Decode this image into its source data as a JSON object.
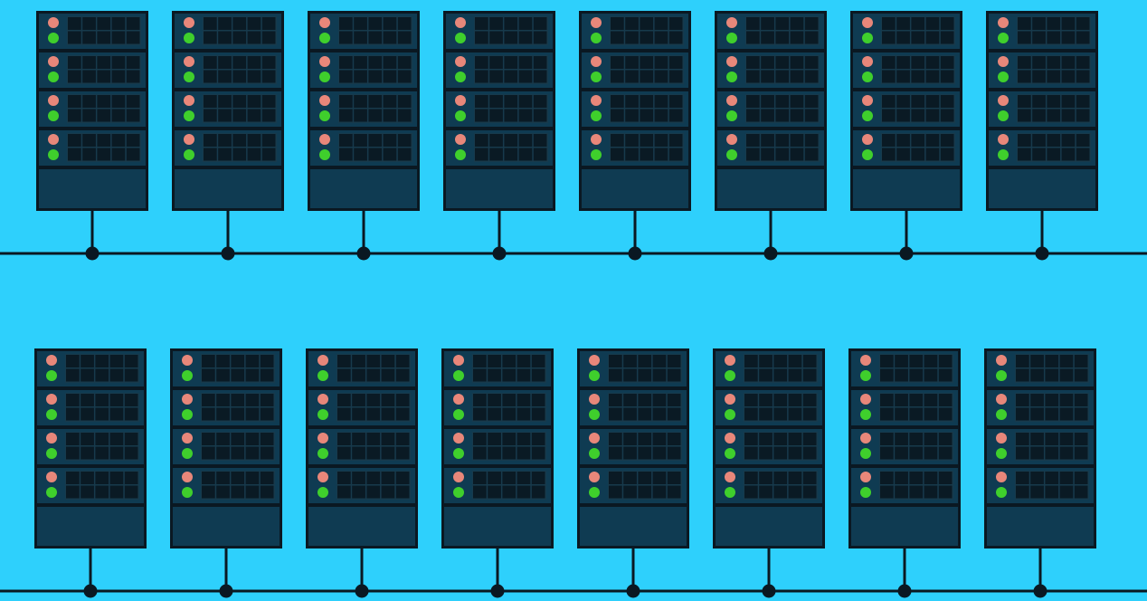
{
  "colors": {
    "background": "#2ed0fc",
    "rack_body": "#0f3b52",
    "rack_outline": "#0a1822",
    "drive_cell": "#0a1a24",
    "led_red": "#e8877a",
    "led_green": "#3fcf2c",
    "network_line": "#0a1822"
  },
  "rows": [
    {
      "racks": 8,
      "units_per_rack": 4,
      "drive_grid": "5x2"
    },
    {
      "racks": 8,
      "units_per_rack": 4,
      "drive_grid": "5x2"
    }
  ],
  "icons": [
    "server-rack-icon",
    "status-led-red-icon",
    "status-led-green-icon",
    "network-node-icon"
  ]
}
